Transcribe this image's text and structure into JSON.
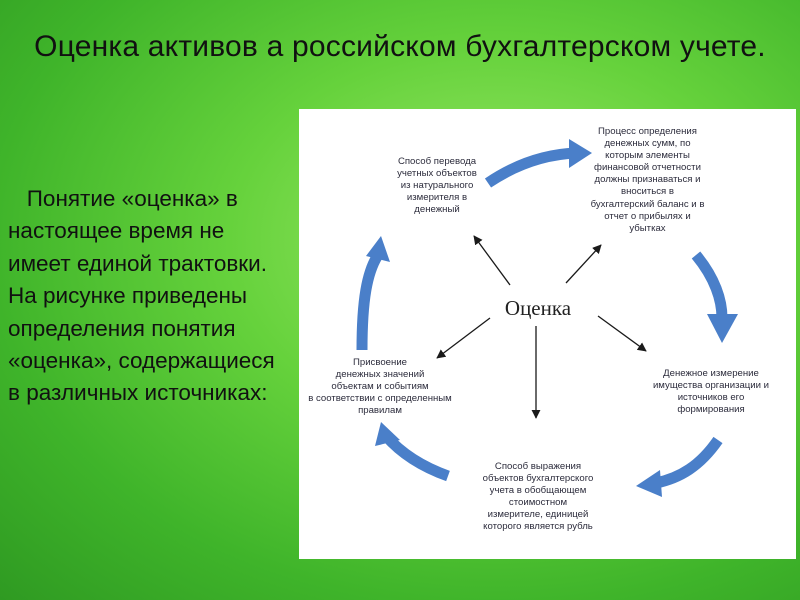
{
  "slide": {
    "title": "Оценка активов а российском бухгалтерском учете.",
    "body_text": "   Понятие «оценка» в\nнастоящее время не\nимеет единой трактовки.\nНа рисунке приведены\nопределения понятия\n«оценка», содержащиеся\nв различных источниках:"
  },
  "diagram": {
    "center_label": "Оценка",
    "nodes": [
      {
        "text": "Способ перевода\nучетных объектов\nиз натурального\nизмерителя в\nденежный"
      },
      {
        "text": "Процесс определения\nденежных сумм, по\nкоторым элементы\nфинансовой отчетности\nдолжны признаваться и\nвноситься в\nбухгалтерский баланс и в\nотчет о прибылях и\nубытках"
      },
      {
        "text": "Денежное измерение\nимущества организации и\nисточников его\nформирования"
      },
      {
        "text": "Способ выражения\nобъектов бухгалтерского\nучета в обобщающем\nстоимостном\nизмерителе, единицей\nкоторого является рубль"
      },
      {
        "text": "Присвоение\nденежных значений\nобъектам и событиям\nв соответствии с определенным\nправилам"
      }
    ],
    "accent_color": "#4a7fc9",
    "arrow_color": "#1a1a1a"
  }
}
